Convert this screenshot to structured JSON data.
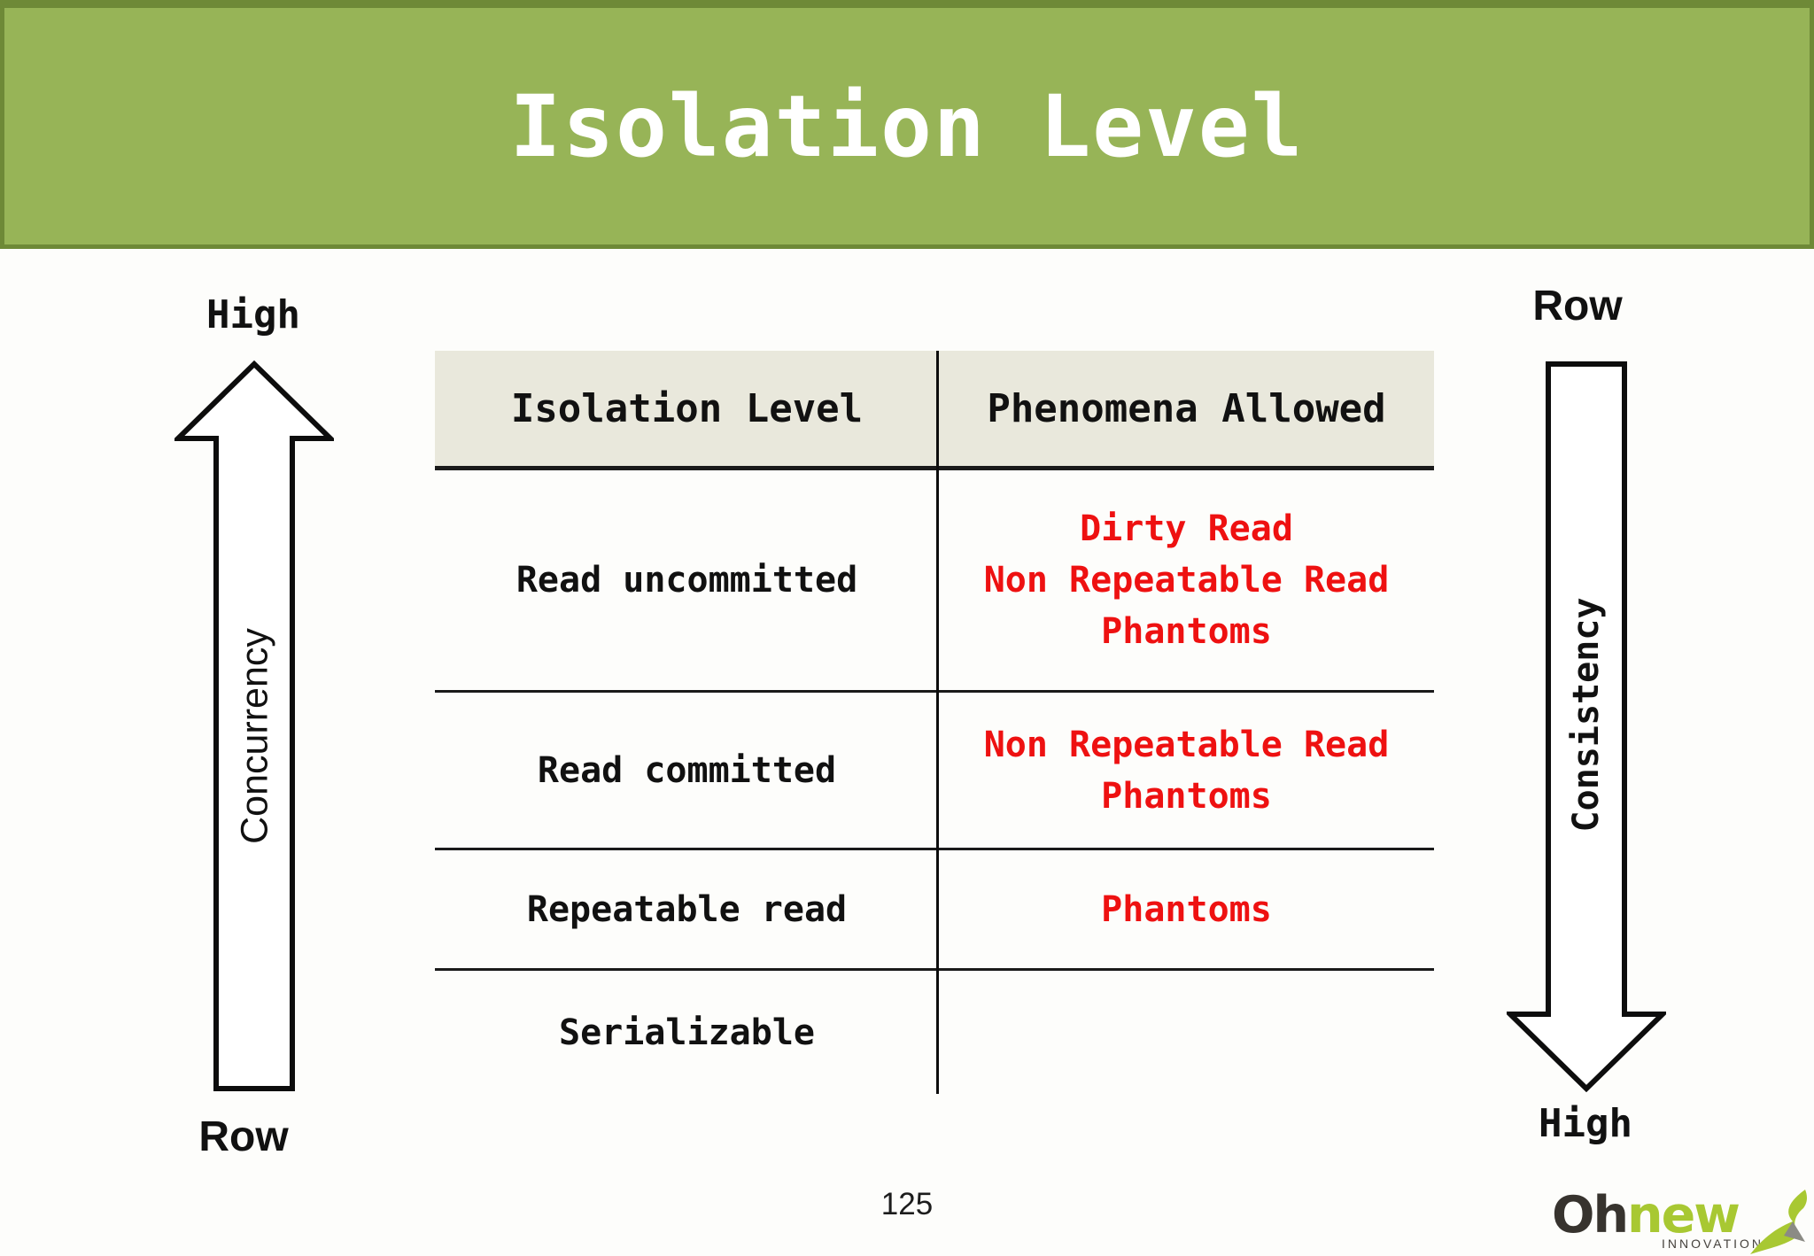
{
  "slide": {
    "title": "Isolation Level",
    "page_number": "125"
  },
  "left_axis": {
    "top_label": "High",
    "bottom_label": "Row",
    "axis_label": "Concurrency",
    "direction": "up"
  },
  "right_axis": {
    "top_label": "Row",
    "bottom_label": "High",
    "axis_label": "Consistency",
    "direction": "down"
  },
  "table": {
    "columns": [
      "Isolation Level",
      "Phenomena Allowed"
    ],
    "rows": [
      {
        "level": "Read uncommitted",
        "phenomena": [
          "Dirty Read",
          "Non Repeatable Read",
          "Phantoms"
        ]
      },
      {
        "level": "Read committed",
        "phenomena": [
          "Non Repeatable Read",
          "Phantoms"
        ]
      },
      {
        "level": "Repeatable read",
        "phenomena": [
          "Phantoms"
        ]
      },
      {
        "level": "Serializable",
        "phenomena": []
      }
    ]
  },
  "logo": {
    "word_dark": "Oh",
    "word_green": "new",
    "subtitle": "INNOVATION"
  },
  "colors": {
    "banner_green": "#97b457",
    "banner_border_green": "#6e8937",
    "table_header_bg": "#e9e8dc",
    "phenomena_red": "#ee1111",
    "logo_green": "#a8c832",
    "logo_dark": "#37332e"
  }
}
